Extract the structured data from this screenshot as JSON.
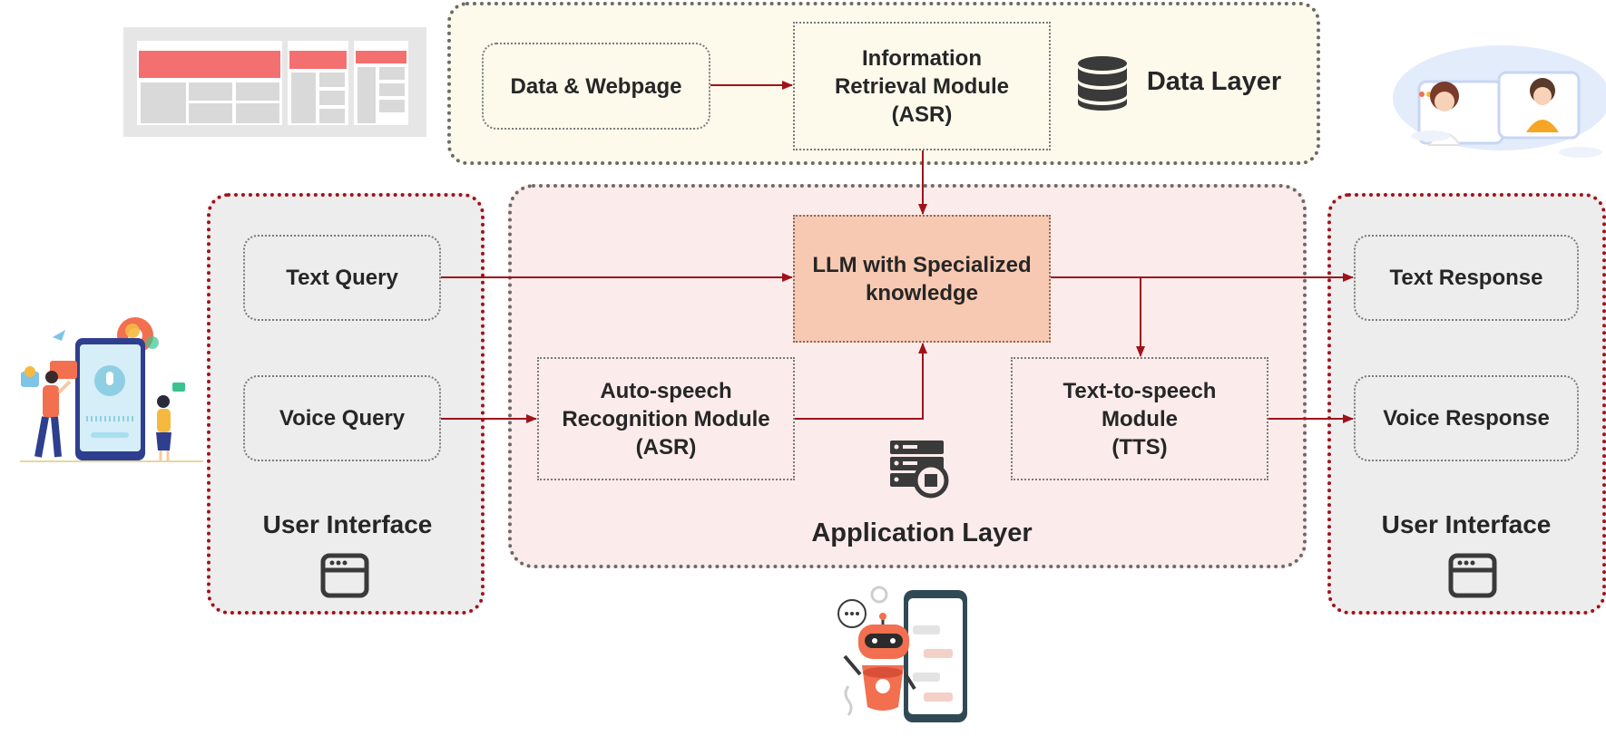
{
  "data_layer": {
    "title": "Data Layer",
    "data_webpage": "Data & Webpage",
    "ir_module": {
      "line1": "Information",
      "line2": "Retrieval Module",
      "line3": "(ASR)"
    }
  },
  "app_layer": {
    "title": "Application Layer",
    "llm": {
      "line1": "LLM with Specialized",
      "line2": "knowledge"
    },
    "asr": {
      "line1": "Auto-speech",
      "line2": "Recognition Module",
      "line3": "(ASR)"
    },
    "tts": {
      "line1": "Text-to-speech",
      "line2": "Module",
      "line3": "(TTS)"
    }
  },
  "ui_left": {
    "title": "User Interface",
    "text_query": "Text Query",
    "voice_query": "Voice Query"
  },
  "ui_right": {
    "title": "User Interface",
    "text_response": "Text Response",
    "voice_response": "Voice Response"
  },
  "colors": {
    "arrow": "#a0121b",
    "data_layer_bg": "#fdfaec",
    "app_layer_bg": "#fbeceb",
    "llm_box_bg": "#f8c9b2",
    "ui_panel_bg": "#ededed",
    "ui_panel_border": "#a0121b"
  },
  "icons": [
    "webpage-wireframe-illustration",
    "database-icon",
    "server-icon",
    "browser-window-icon",
    "mobile-voice-assistant-illustration",
    "video-chat-illustration",
    "chatbot-robot-illustration"
  ]
}
